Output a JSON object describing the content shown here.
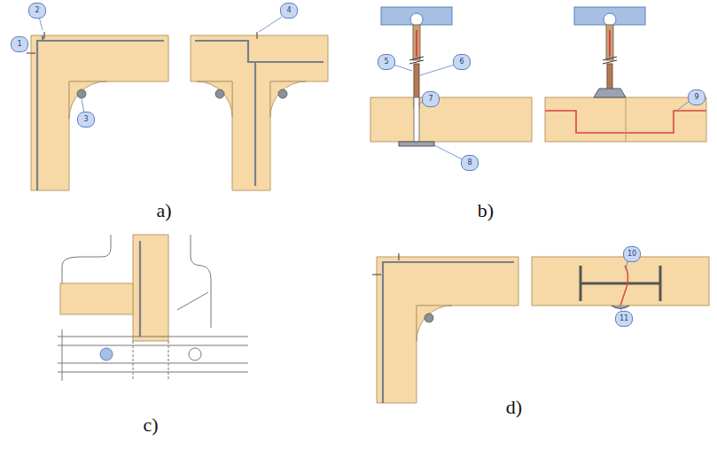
{
  "diagram": {
    "labels": [
      "2",
      "1",
      "3",
      "4",
      "a)",
      "5",
      "6",
      "7",
      "8",
      "9",
      "b)",
      "c)",
      "10",
      "11",
      "d)"
    ]
  }
}
